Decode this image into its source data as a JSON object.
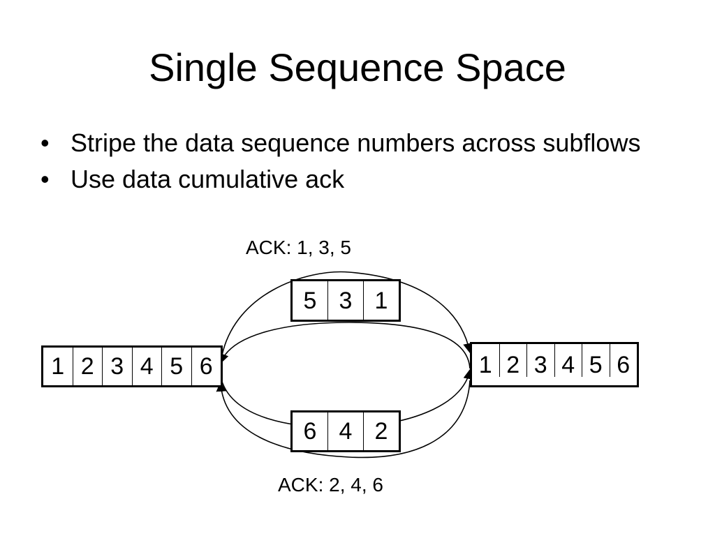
{
  "slide": {
    "title": "Single Sequence Space",
    "bullets": [
      {
        "marker": "•",
        "text": "Stripe the data sequence numbers across subflows"
      },
      {
        "marker": "•",
        "text": "Use data cumulative ack"
      }
    ]
  },
  "diagram": {
    "sender_buffer": [
      "1",
      "2",
      "3",
      "4",
      "5",
      "6"
    ],
    "receiver_buffer": [
      "1",
      "2",
      "3",
      "4",
      "5",
      "6"
    ],
    "subflow_top": {
      "segments": [
        "5",
        "3",
        "1"
      ],
      "ack": "ACK: 1, 3, 5"
    },
    "subflow_bottom": {
      "segments": [
        "6",
        "4",
        "2"
      ],
      "ack": "ACK: 2, 4, 6"
    }
  }
}
